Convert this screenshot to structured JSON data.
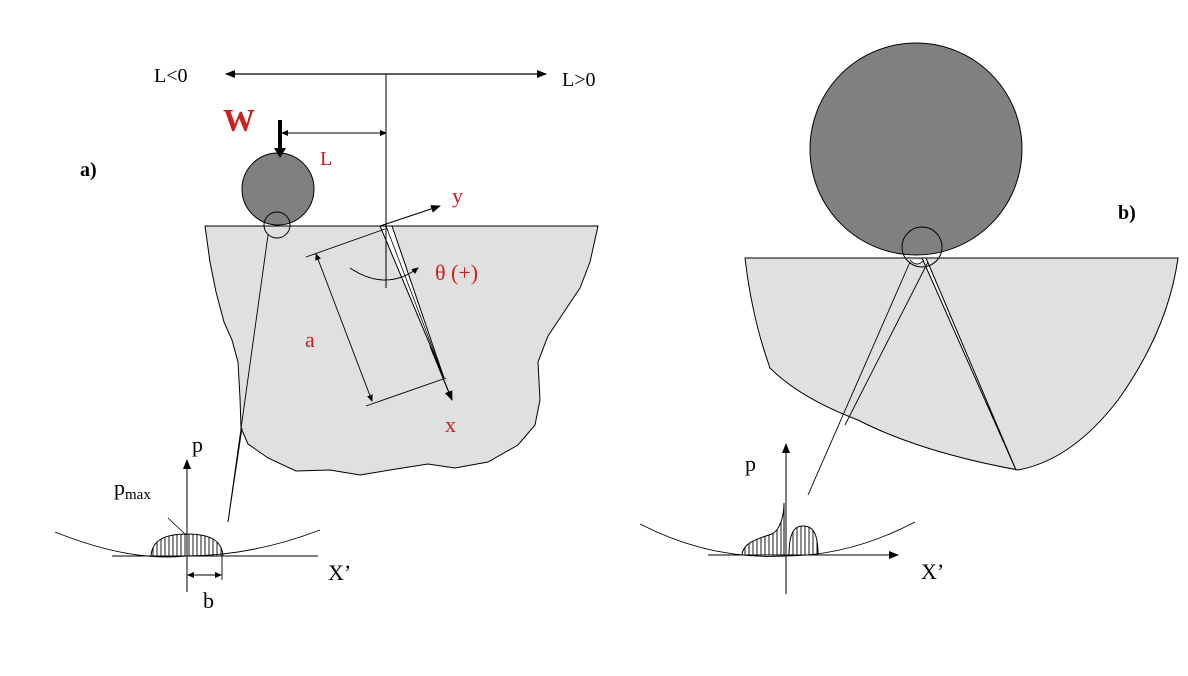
{
  "panel_a": {
    "panel_label": "a)",
    "load_label": "W",
    "l_negative_label": "L<0",
    "l_positive_label": "L>0",
    "offset_label": "L",
    "y_axis_label": "y",
    "angle_label": "θ (+)",
    "crack_length_label": "a",
    "x_axis_label": "x",
    "pressure_axis_label": "p",
    "pmax_label_main": "p",
    "pmax_label_sub": "max",
    "contact_half_width_label": "b",
    "surface_axis_label": "X’"
  },
  "panel_b": {
    "panel_label": "b)",
    "pressure_axis_label": "p",
    "surface_axis_label": "X’"
  },
  "colors": {
    "solid_fill": "#e0e0e0",
    "roller_fill": "#808080",
    "annotation_red": "#cc1f1f",
    "stroke": "#000000"
  }
}
